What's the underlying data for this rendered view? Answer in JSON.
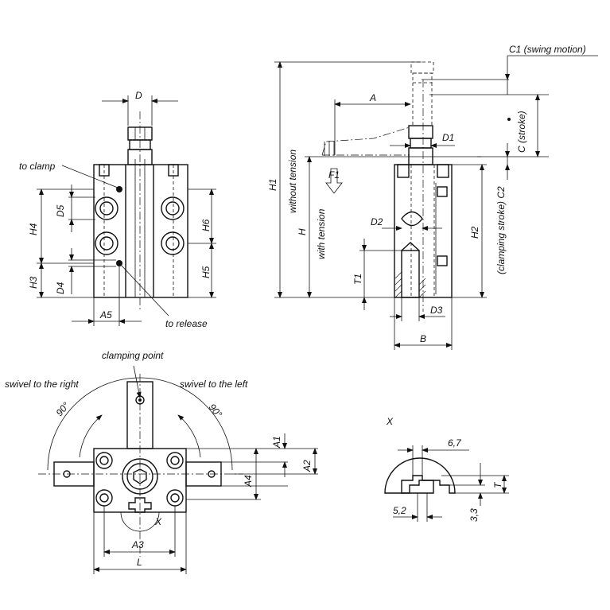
{
  "labels": {
    "D": "D",
    "to_clamp": "to clamp",
    "to_release": "to release",
    "D5": "D5",
    "H4": "H4",
    "H3": "H3",
    "D4": "D4",
    "A5": "A5",
    "H6": "H6",
    "H5": "H5",
    "C1": "C1 (swing motion)",
    "A": "A",
    "D1": "D1",
    "C": "C (stroke)",
    "H1": "H1",
    "without_tension": "without tension",
    "H": "H",
    "with_tension": "with tension",
    "F1": "F1",
    "C2": "(clamping stroke) C2",
    "H2": "H2",
    "D2": "D2",
    "T1": "T1",
    "D3": "D3",
    "B": "B",
    "clamping_point": "clamping point",
    "swivel_right": "swivel to the right",
    "swivel_left": "swivel to the left",
    "deg_left": "90°",
    "deg_right": "90°",
    "A1": "A1",
    "A2": "A2",
    "A4": "A4",
    "X_mark": "X",
    "A3": "A3",
    "L": "L",
    "X_detail": "X",
    "dim_67": "6,7",
    "dim_52": "5,2",
    "dim_33": "3,3",
    "T": "T"
  }
}
